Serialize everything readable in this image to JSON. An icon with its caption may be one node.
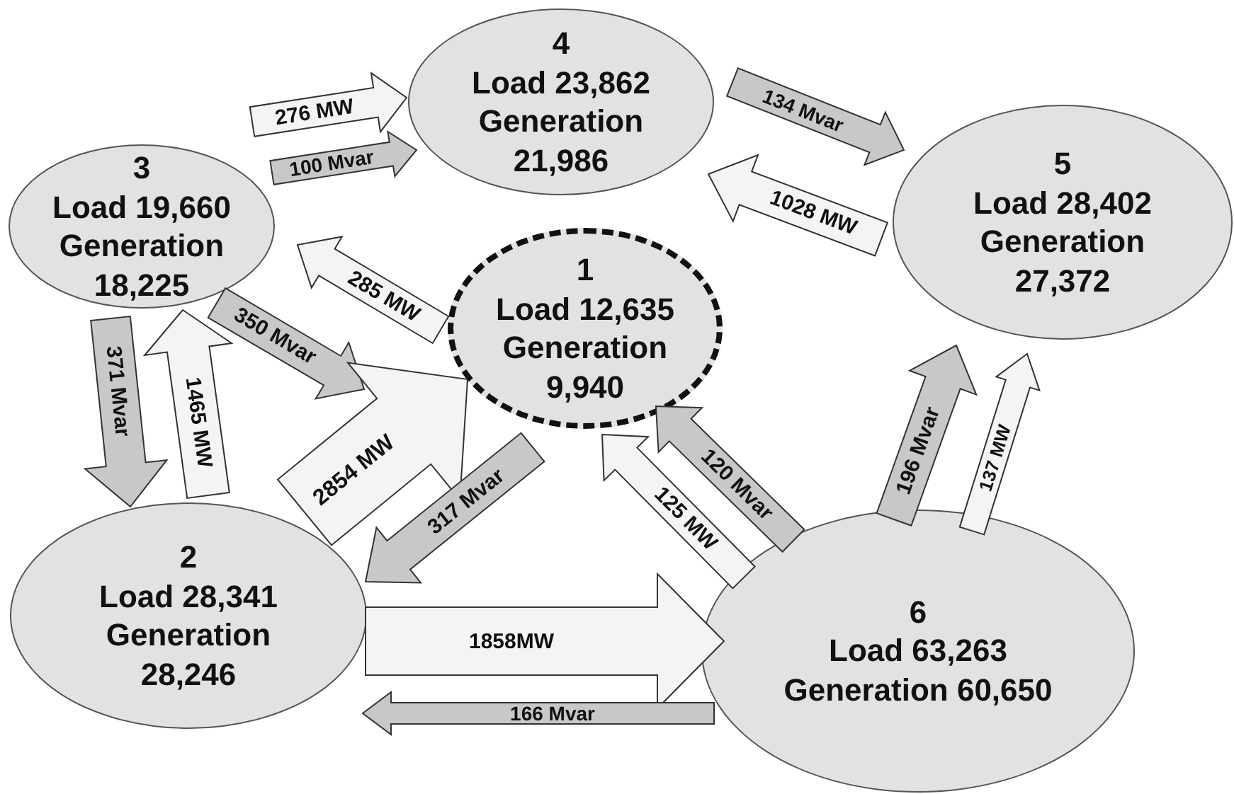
{
  "diagram": {
    "nodes": [
      {
        "text": [
          "4",
          "Load 23,862",
          "Generation 21,986"
        ]
      },
      {
        "text": [
          "3",
          "Load 19,660",
          "Generation 18,225"
        ]
      },
      {
        "text": [
          "5",
          "Load 28,402",
          "Generation 27,372"
        ]
      },
      {
        "text": [
          "1",
          "Load 12,635",
          "Generation 9,940"
        ]
      },
      {
        "text": [
          "2",
          "Load 28,341",
          "Generation 28,246"
        ]
      },
      {
        "text": [
          "6",
          "Load 63,263",
          "Generation 60,650"
        ]
      }
    ],
    "edges": [
      {
        "from": 1,
        "to": 0,
        "arrow": "to",
        "label": "276 MW"
      },
      {
        "from": 1,
        "to": 0,
        "arrow": "to",
        "label": "100 Mvar",
        "color": "#c8c8c8"
      },
      {
        "from": 0,
        "to": 2,
        "arrow": "to",
        "label": "134 Mvar",
        "color": "#c8c8c8"
      },
      {
        "from": 2,
        "to": 0,
        "arrow": "to",
        "label": "1028 MW"
      },
      {
        "from": 3,
        "to": 1,
        "arrow": "to",
        "label": "285 MW"
      },
      {
        "from": 1,
        "to": 3,
        "arrow": "to",
        "label": "350 Mvar",
        "color": "#c8c8c8"
      },
      {
        "from": 4,
        "to": 3,
        "arrow": "to",
        "label": "2854 MW"
      },
      {
        "from": 3,
        "to": 4,
        "arrow": "to",
        "label": "317 Mvar",
        "color": "#c8c8c8"
      },
      {
        "from": 1,
        "to": 4,
        "arrow": "to",
        "label": "371 Mvar",
        "color": "#c8c8c8"
      },
      {
        "from": 4,
        "to": 1,
        "arrow": "to",
        "label": "1465 MW"
      },
      {
        "from": 4,
        "to": 5,
        "arrow": "to",
        "label": "1858MW"
      },
      {
        "from": 5,
        "to": 4,
        "arrow": "to",
        "label": "166 Mvar",
        "color": "#c8c8c8"
      },
      {
        "from": 5,
        "to": 3,
        "arrow": "to",
        "label": "125 MW"
      },
      {
        "from": 5,
        "to": 3,
        "arrow": "to",
        "label": "120 Mvar",
        "color": "#c8c8c8"
      },
      {
        "from": 5,
        "to": 2,
        "arrow": "to",
        "label": "196 Mvar",
        "color": "#c8c8c8"
      },
      {
        "from": 5,
        "to": 2,
        "arrow": "to",
        "label": "137 MW"
      }
    ]
  }
}
